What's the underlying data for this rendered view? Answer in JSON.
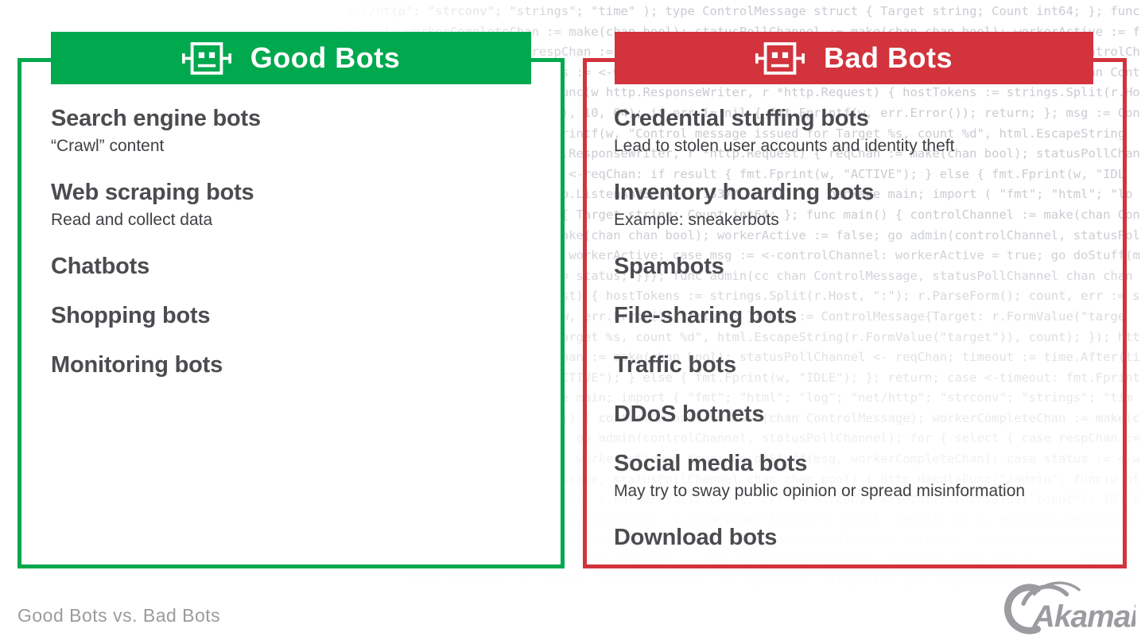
{
  "background": {
    "code_text": "package main; import ( \"fmt\"; \"html\"; \"log\"; \"net/http\"; \"strconv\"; \"strings\"; \"time\" ); type ControlMessage struct { Target string; Count int64; }; func main() { controlChannel := make(chan ControlMessage); workerCompleteChan := make(chan bool); statusPollChannel := make(chan chan bool); workerActive := false; go admin(controlChannel, statusPollChannel); for { select { case respChan := <-statusPollChannel: respChan <- workerActive; case msg := <-controlChannel: workerActive = true; go doStuff(msg, workerCompleteChan); case status := <-workerCompleteChan: workerActive = status; }}}; func admin(cc chan ControlMessage, statusPollChannel chan chan bool) { http.HandleFunc(\"/admin\", func(w http.ResponseWriter, r *http.Request) { hostTokens := strings.Split(r.Host, \":\"); r.ParseForm(); count, err := strconv.ParseInt(r.FormValue(\"count\"), 10, 64); if err != nil { fmt.Fprintf(w, err.Error()); return; }; msg := ControlMessage{Target: r.FormValue(\"target\"), Count: count}; cc <- msg; fmt.Fprintf(w, \"Control message issued for Target %s, count %d\", html.EscapeString(r.FormValue(\"target\")), count); }); http.HandleFunc(\"/status\", func(w http.ResponseWriter, r *http.Request) { reqChan := make(chan bool); statusPollChannel <- reqChan; timeout := time.After(time.Second); select { case result := <-reqChan: if result { fmt.Fprint(w, \"ACTIVE\"); } else { fmt.Fprint(w, \"IDLE\"); }; return; case <-timeout: fmt.Fprint(w, \"TIMEOUT\");}}); log.Fatal(http.ListenAndServe(\":1337\", nil)); }",
    "repeat": 3
  },
  "panels": [
    {
      "key": "good-bots",
      "title": "Good Bots",
      "accent": "#00a84e",
      "items": [
        {
          "name": "Search engine bots",
          "desc": "“Crawl” content"
        },
        {
          "name": "Web scraping bots",
          "desc": "Read and collect data"
        },
        {
          "name": "Chatbots"
        },
        {
          "name": "Shopping bots"
        },
        {
          "name": "Monitoring bots"
        }
      ]
    },
    {
      "key": "bad-bots",
      "title": "Bad Bots",
      "accent": "#d2333c",
      "items": [
        {
          "name": "Credential stuffing bots",
          "desc": "Lead to stolen user accounts and identity theft"
        },
        {
          "name": "Inventory hoarding bots",
          "desc": "Example: sneakerbots"
        },
        {
          "name": "Spambots"
        },
        {
          "name": "File-sharing bots"
        },
        {
          "name": "Traffic bots"
        },
        {
          "name": "DDoS botnets"
        },
        {
          "name": "Social media bots",
          "desc": "May try to sway public opinion or spread misinformation"
        },
        {
          "name": "Download bots"
        }
      ]
    }
  ],
  "footer": {
    "caption": "Good Bots vs. Bad Bots",
    "logo_text": "Akamai"
  },
  "colors": {
    "good": "#00a84e",
    "bad": "#d2333c",
    "title": "#4c4c50",
    "desc": "#414145",
    "caption": "#9b9b9e",
    "code": "#c9ccd1",
    "logo": "#9c9ca0"
  }
}
